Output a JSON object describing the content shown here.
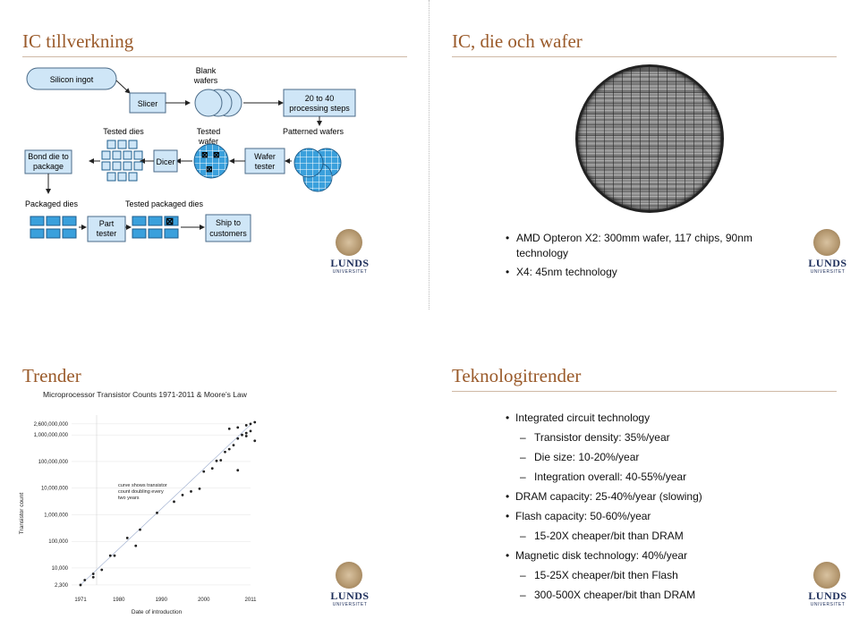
{
  "slide1": {
    "title": "IC tillverkning",
    "flow": {
      "silicon_ingot": "Silicon ingot",
      "slicer": "Slicer",
      "blank_wafers_1": "Blank",
      "blank_wafers_2": "wafers",
      "processing_1": "20 to 40",
      "processing_2": "processing steps",
      "tested_dies": "Tested dies",
      "tested_wafer_1": "Tested",
      "tested_wafer_2": "wafer",
      "patterned_wafers": "Patterned wafers",
      "bond_1": "Bond die to",
      "bond_2": "package",
      "dicer": "Dicer",
      "wafer_tester_1": "Wafer",
      "wafer_tester_2": "tester",
      "packaged_dies": "Packaged dies",
      "tested_packaged_dies": "Tested packaged dies",
      "part_tester_1": "Part",
      "part_tester_2": "tester",
      "ship_1": "Ship to",
      "ship_2": "customers"
    }
  },
  "slide2": {
    "title": "IC, die och wafer",
    "bullets": [
      "AMD Opteron X2: 300mm wafer, 117 chips, 90nm technology",
      "X4: 45nm technology"
    ]
  },
  "slide3": {
    "title": "Trender"
  },
  "slide4": {
    "title": "Teknologitrender",
    "items": [
      {
        "level": 1,
        "text": "Integrated circuit technology"
      },
      {
        "level": 2,
        "text": "Transistor density:  35%/year"
      },
      {
        "level": 2,
        "text": "Die size:  10-20%/year"
      },
      {
        "level": 2,
        "text": "Integration overall:  40-55%/year"
      },
      {
        "level": 1,
        "text": "DRAM capacity:  25-40%/year (slowing)"
      },
      {
        "level": 1,
        "text": "Flash capacity:  50-60%/year"
      },
      {
        "level": 2,
        "text": "15-20X cheaper/bit than DRAM"
      },
      {
        "level": 1,
        "text": "Magnetic disk technology:  40%/year"
      },
      {
        "level": 2,
        "text": "15-25X cheaper/bit then Flash"
      },
      {
        "level": 2,
        "text": "300-500X cheaper/bit than DRAM"
      }
    ]
  },
  "logo": {
    "name": "LUNDS",
    "sub": "UNIVERSITET"
  },
  "colors": {
    "title": "#9a5a2a",
    "flow_box": "#cfe6f7",
    "wafer": "#3aa0dc",
    "logo": "#1c2d5a"
  },
  "chart_data": {
    "type": "scatter",
    "title": "Microprocessor Transistor Counts 1971-2011 & Moore’s Law",
    "xlabel": "Date of introduction",
    "ylabel": "Transistor count",
    "x_ticks": [
      "1971",
      "1980",
      "1990",
      "2000",
      "2011"
    ],
    "y_ticks": [
      "2,600,000,000",
      "1,000,000,000",
      "100,000,000",
      "10,000,000",
      "1,000,000",
      "100,000",
      "10,000",
      "2,300"
    ],
    "xlim": [
      1971,
      2011
    ],
    "ylim_log10": [
      3.36,
      9.41
    ],
    "annotation": [
      "curve shows transistor",
      "count doubling every",
      "two years"
    ],
    "points": [
      [
        1971,
        2300
      ],
      [
        1972,
        3500
      ],
      [
        1974,
        4500
      ],
      [
        1974,
        6000
      ],
      [
        1976,
        8500
      ],
      [
        1978,
        29000
      ],
      [
        1979,
        29000
      ],
      [
        1982,
        134000
      ],
      [
        1984,
        68000
      ],
      [
        1985,
        275000
      ],
      [
        1989,
        1180000
      ],
      [
        1993,
        3100000
      ],
      [
        1995,
        5500000
      ],
      [
        1997,
        7500000
      ],
      [
        1999,
        9500000
      ],
      [
        2000,
        42000000
      ],
      [
        2002,
        55000000
      ],
      [
        2003,
        105900000
      ],
      [
        2004,
        112000000
      ],
      [
        2005,
        228000000
      ],
      [
        2006,
        291000000
      ],
      [
        2007,
        411000000
      ],
      [
        2008,
        731000000
      ],
      [
        2008,
        47000000
      ],
      [
        2010,
        1170000000
      ],
      [
        2010,
        904000000
      ],
      [
        2011,
        2600000000
      ],
      [
        2011,
        1400000000
      ],
      [
        2006,
        1700000000
      ],
      [
        2008,
        1900000000
      ],
      [
        2010,
        2300000000
      ],
      [
        2009,
        1000000000
      ],
      [
        2012,
        600000000
      ],
      [
        2012,
        3000000000
      ]
    ]
  }
}
